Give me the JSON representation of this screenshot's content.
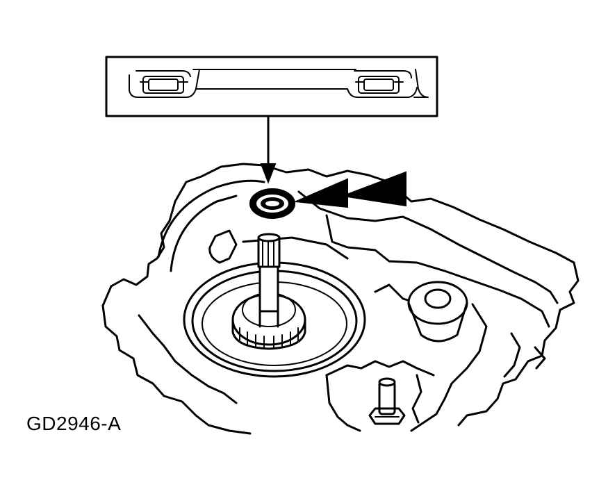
{
  "figure": {
    "code": "GD2946-A",
    "ink_color": "#000000",
    "background_color": "#ffffff",
    "components": [
      "detail-inset",
      "seal-ring",
      "indicator-arrow",
      "input-shaft",
      "gear",
      "transmission-case",
      "bolt"
    ]
  }
}
